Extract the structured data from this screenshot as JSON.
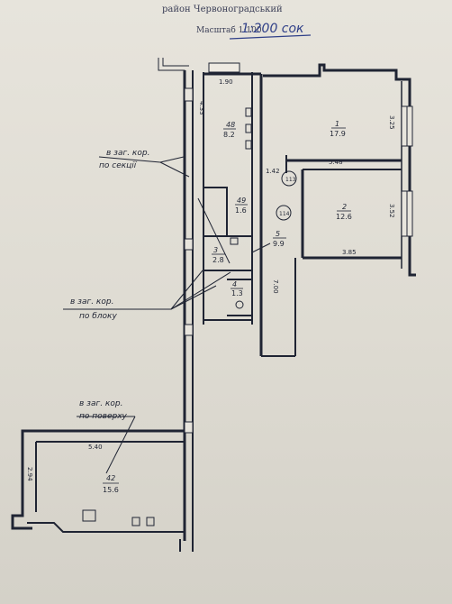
{
  "header": {
    "district": "район Червоноградський",
    "scale_prefix": "Масштаб 1:100",
    "scale_handwritten": "1:200 сок"
  },
  "plan": {
    "dims": {
      "corridor_top": "1.90",
      "corridor_side": "4.33",
      "room1_side": "3.25",
      "room1_bottom": "5.48",
      "hall": "1.42",
      "room2_side": "3.52",
      "room2_bottom": "3.85",
      "hall_length": "7.00",
      "lower_top": "5.40",
      "lower_side": "2.94"
    },
    "rooms": {
      "r48": {
        "num": "48",
        "area": "8.2"
      },
      "r1": {
        "num": "1",
        "area": "17.9"
      },
      "r2": {
        "num": "2",
        "area": "12.6"
      },
      "r49": {
        "num": "49",
        "area": "1.6"
      },
      "r3": {
        "num": "3",
        "area": "2.8"
      },
      "r5": {
        "num": "5",
        "area": "9.9"
      },
      "r4": {
        "num": "4",
        "area": "1.3"
      },
      "r42": {
        "num": "42",
        "area": "15.6"
      }
    },
    "doors": {
      "d113": "113",
      "d114": "114"
    },
    "notes": {
      "section": {
        "line1": "в заг. кор.",
        "line2": "по секції"
      },
      "block": {
        "line1": "в заг. кор.",
        "line2": "по блоку"
      },
      "floor": {
        "line1": "в заг. кор.",
        "line2": "по поверху"
      }
    }
  }
}
